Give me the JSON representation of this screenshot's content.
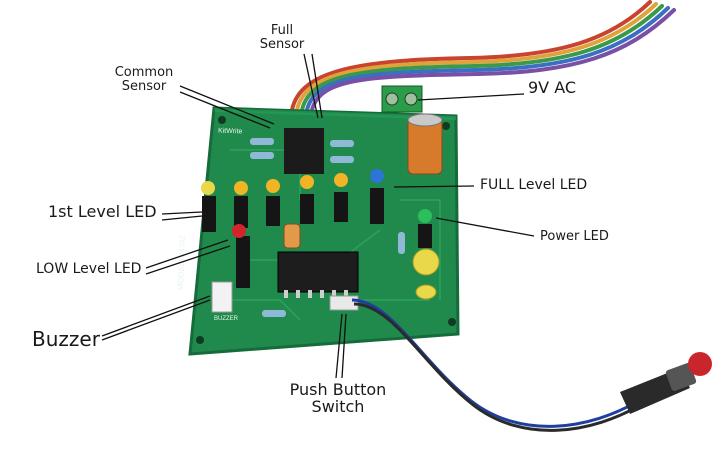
{
  "photo": {
    "board_color": "#1f8a4c",
    "board_edge_color": "#166b3a",
    "pcb_silkscreen": {
      "brand": "KitWrite",
      "model": "MODEL184342",
      "buzzer": "BUZZER"
    }
  },
  "labels": {
    "full_sensor_line1": "Full",
    "full_sensor_line2": "Sensor",
    "common_sensor_line1": "Common",
    "common_sensor_line2": "Sensor",
    "ac_9v": "9V AC",
    "full_level_led": "FULL Level LED",
    "first_level_led": "1st Level LED",
    "power_led": "Power LED",
    "low_level_led": "LOW Level LED",
    "buzzer": "Buzzer",
    "push_button_line1": "Push Button",
    "push_button_line2": "Switch"
  }
}
